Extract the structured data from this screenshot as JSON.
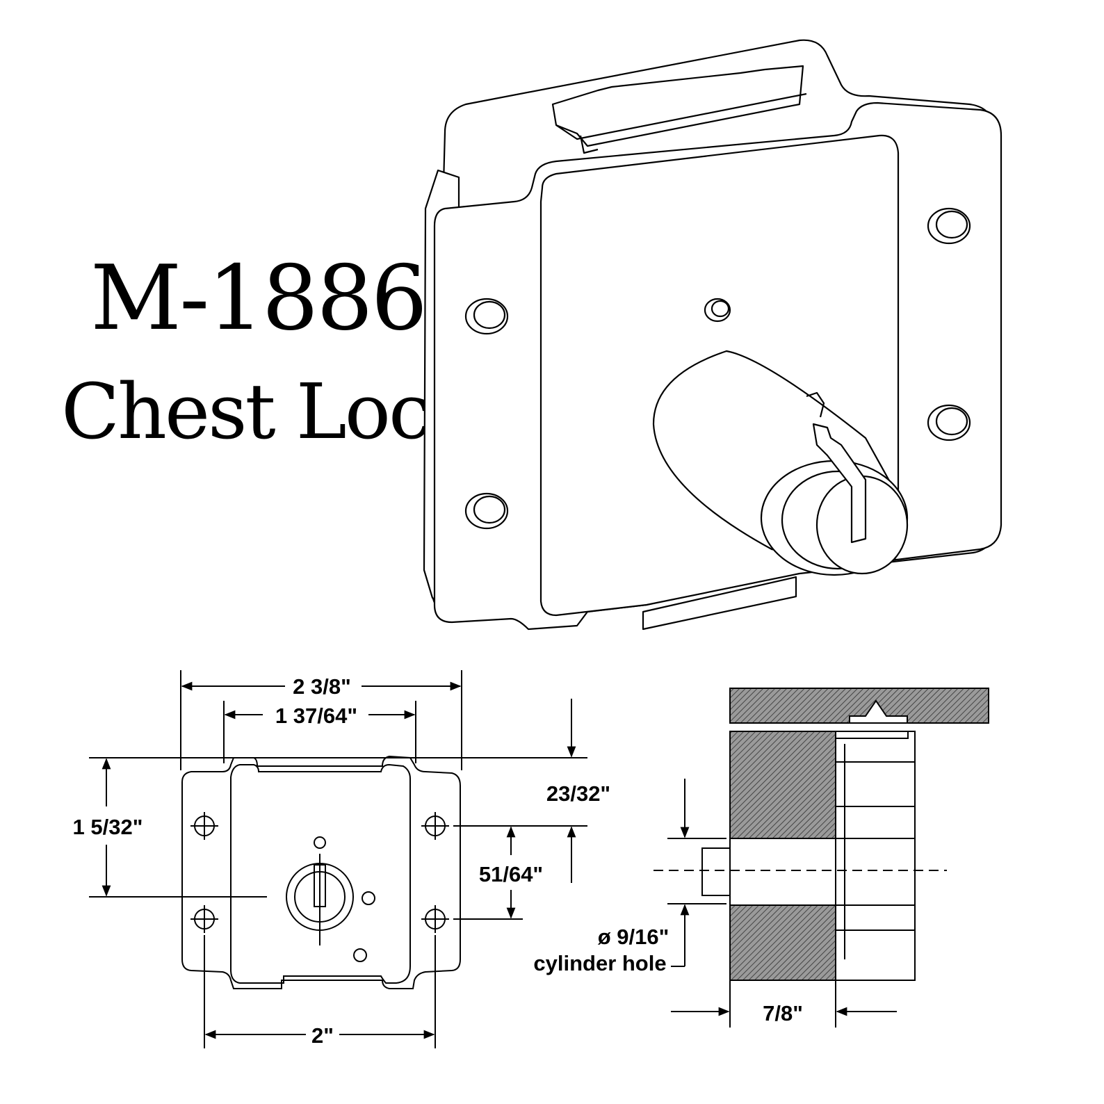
{
  "title": {
    "model": "M-1886",
    "name": "Chest Lock"
  },
  "colors": {
    "line": "#000000",
    "background": "#ffffff",
    "hatch": "#555555"
  },
  "front_view": {
    "overall_width": "2 3/8\"",
    "inner_width": "1 37/64\"",
    "height_to_keyway": "1 5/32\"",
    "top_offset": "23/32\"",
    "hole_spacing_vertical": "51/64\"",
    "hole_spacing_horizontal": "2\""
  },
  "side_view": {
    "cylinder_hole_diameter": "ø 9/16\"",
    "cylinder_hole_label": "cylinder hole",
    "depth": "7/8\""
  }
}
